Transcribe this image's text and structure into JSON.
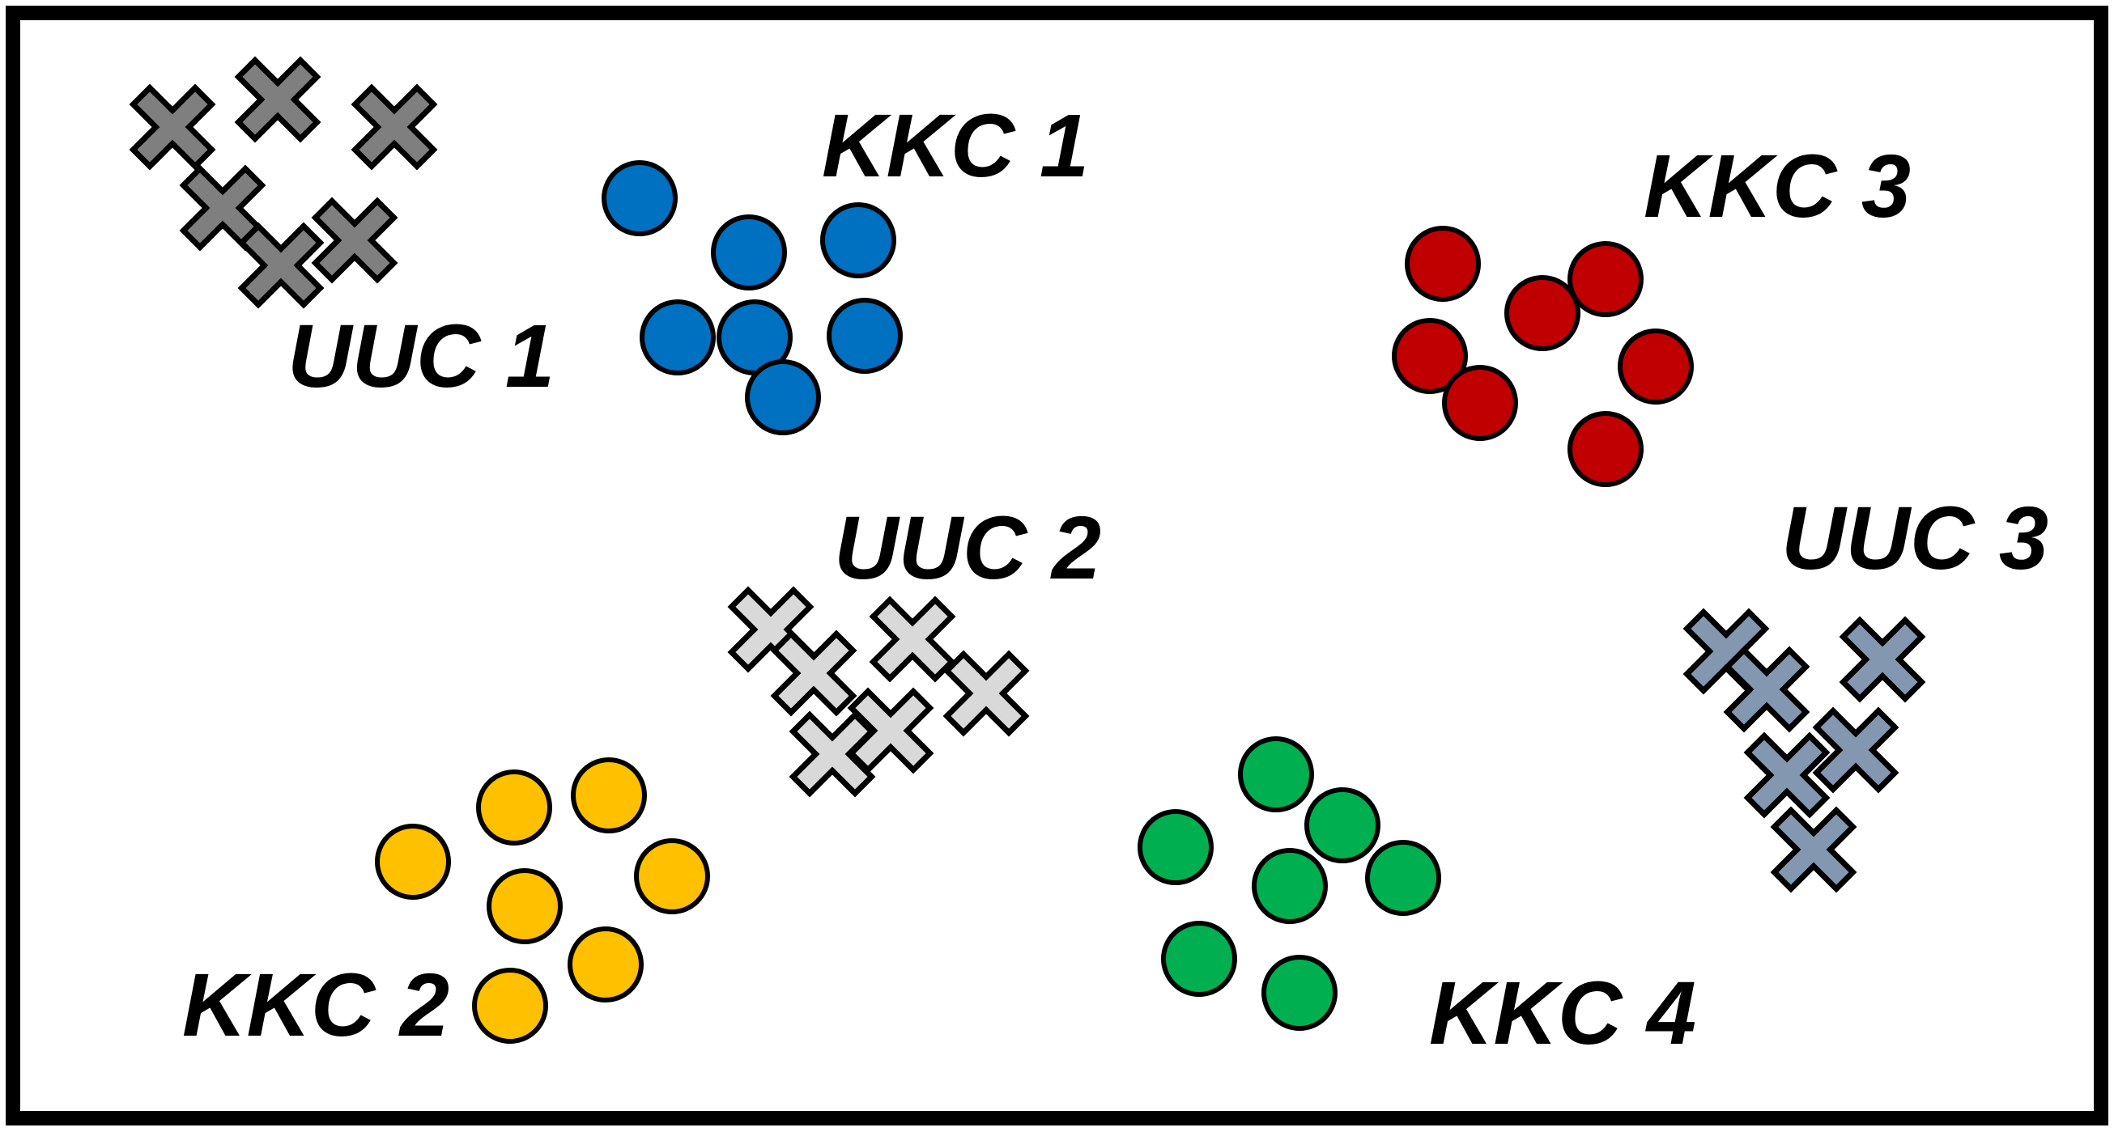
{
  "diagram": {
    "border_color": "#000000",
    "background": "#ffffff",
    "clusters": [
      {
        "id": "kkc1",
        "label": "KKC 1",
        "kind": "circle",
        "color": "#0070C0"
      },
      {
        "id": "kkc2",
        "label": "KKC 2",
        "kind": "circle",
        "color": "#FFC000"
      },
      {
        "id": "kkc3",
        "label": "KKC 3",
        "kind": "circle",
        "color": "#C00000"
      },
      {
        "id": "kkc4",
        "label": "KKC 4",
        "kind": "circle",
        "color": "#00B050"
      },
      {
        "id": "uuc1",
        "label": "UUC 1",
        "kind": "cross",
        "color": "#7F7F7F"
      },
      {
        "id": "uuc2",
        "label": "UUC 2",
        "kind": "cross",
        "color": "#D9D9D9"
      },
      {
        "id": "uuc3",
        "label": "UUC 3",
        "kind": "cross",
        "color": "#8497B0"
      }
    ]
  }
}
